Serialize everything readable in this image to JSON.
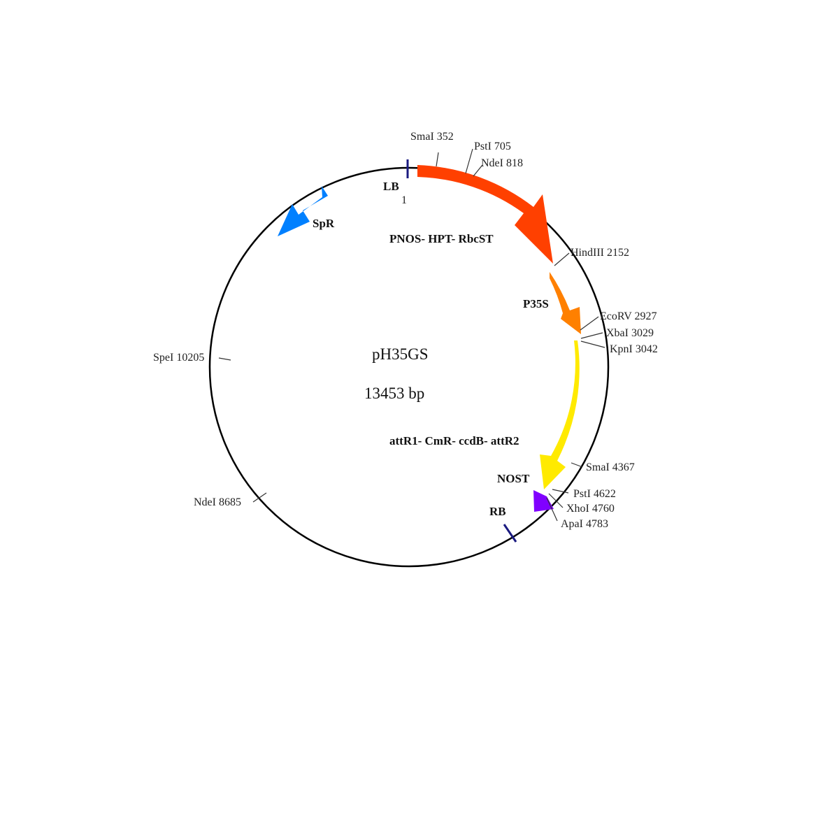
{
  "plasmid": {
    "name": "pH35GS",
    "size_label": "13453 bp",
    "backbone_color": "#000000"
  },
  "features": [
    {
      "id": "pnos-hpt-rbcst",
      "label": "PNOS- HPT- RbcST",
      "color": "#ff4000"
    },
    {
      "id": "p35s",
      "label": "P35S",
      "color": "#ff8000"
    },
    {
      "id": "attr-cassette",
      "label": "attR1- CmR- ccdB- attR2",
      "color": "#ffea00"
    },
    {
      "id": "nost",
      "label": "NOST",
      "color": "#8000ff"
    },
    {
      "id": "spr",
      "label": "SpR",
      "color": "#0080ff"
    }
  ],
  "borders": [
    {
      "id": "lb",
      "label": "LB",
      "position_label": "1",
      "color": "#1a1a80"
    },
    {
      "id": "rb",
      "label": "RB",
      "color": "#1a1a80"
    }
  ],
  "sites": [
    {
      "id": "smai-352",
      "label": "SmaI 352"
    },
    {
      "id": "psti-705",
      "label": "PstI 705"
    },
    {
      "id": "ndei-818",
      "label": "NdeI 818"
    },
    {
      "id": "hindiii-2152",
      "label": "HindIII 2152"
    },
    {
      "id": "ecorv-2927",
      "label": "EcoRV 2927"
    },
    {
      "id": "xbai-3029",
      "label": "XbaI 3029"
    },
    {
      "id": "kpni-3042",
      "label": "KpnI 3042"
    },
    {
      "id": "smai-4367",
      "label": "SmaI 4367"
    },
    {
      "id": "psti-4622",
      "label": "PstI 4622"
    },
    {
      "id": "xhoi-4760",
      "label": "XhoI 4760"
    },
    {
      "id": "apai-4783",
      "label": "ApaI 4783"
    },
    {
      "id": "spei-10205",
      "label": "SpeI 10205"
    },
    {
      "id": "ndei-8685",
      "label": "NdeI 8685"
    }
  ]
}
